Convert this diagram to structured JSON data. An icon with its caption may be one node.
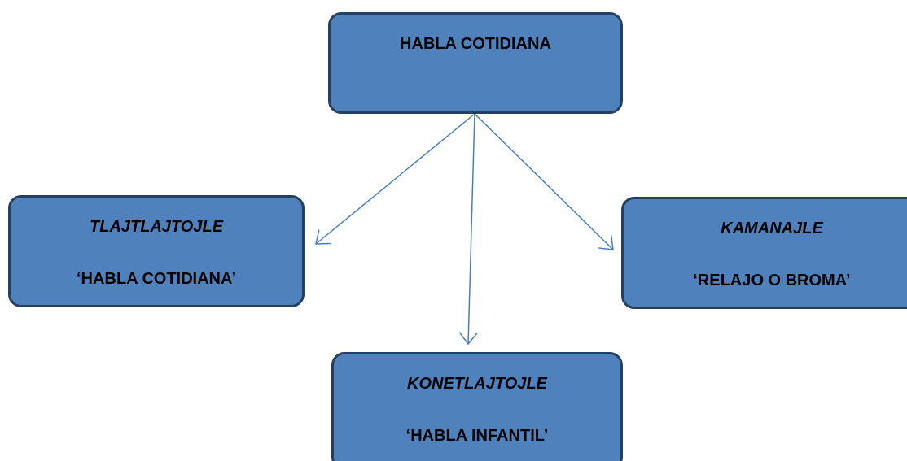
{
  "diagram": {
    "nodes": [
      {
        "text": [
          "HABLA COTIDIANA"
        ]
      },
      {
        "text": [
          "TLAJTLAJTOJLE",
          "‘HABLA COTIDIANA’"
        ]
      },
      {
        "text": [
          "KAMANAJLE",
          "‘RELAJO O BROMA’"
        ]
      },
      {
        "text": [
          "KONETLAJTOJLE",
          "‘HABLA INFANTIL’"
        ]
      }
    ],
    "edges": [
      {
        "from": 0,
        "to": 1,
        "arrow": "to"
      },
      {
        "from": 0,
        "to": 3,
        "arrow": "to"
      },
      {
        "from": 0,
        "to": 2,
        "arrow": "to"
      }
    ]
  }
}
